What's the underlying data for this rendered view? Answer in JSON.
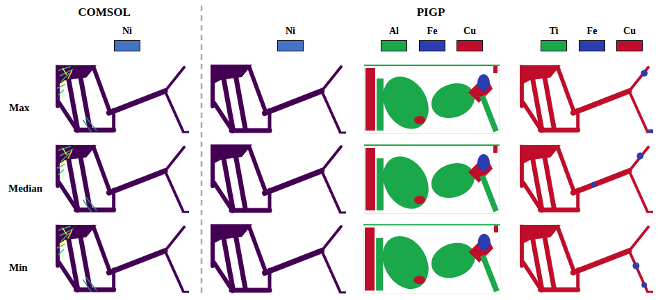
{
  "diagram": {
    "labels": [
      "COMSOL",
      "PIGP",
      "Max",
      "Median",
      "Min"
    ],
    "legend": [
      {
        "text": "Ni",
        "color": "#4472c4"
      },
      {
        "text": "Ni",
        "color": "#4472c4"
      },
      {
        "text": "Al",
        "color": "#1aa84a"
      },
      {
        "text": "Fe",
        "color": "#2b3db0"
      },
      {
        "text": "Cu",
        "color": "#c00d2a"
      },
      {
        "text": "Ti",
        "color": "#1aa84a"
      },
      {
        "text": "Fe",
        "color": "#2b3db0"
      },
      {
        "text": "Cu",
        "color": "#c00d2a"
      }
    ]
  }
}
